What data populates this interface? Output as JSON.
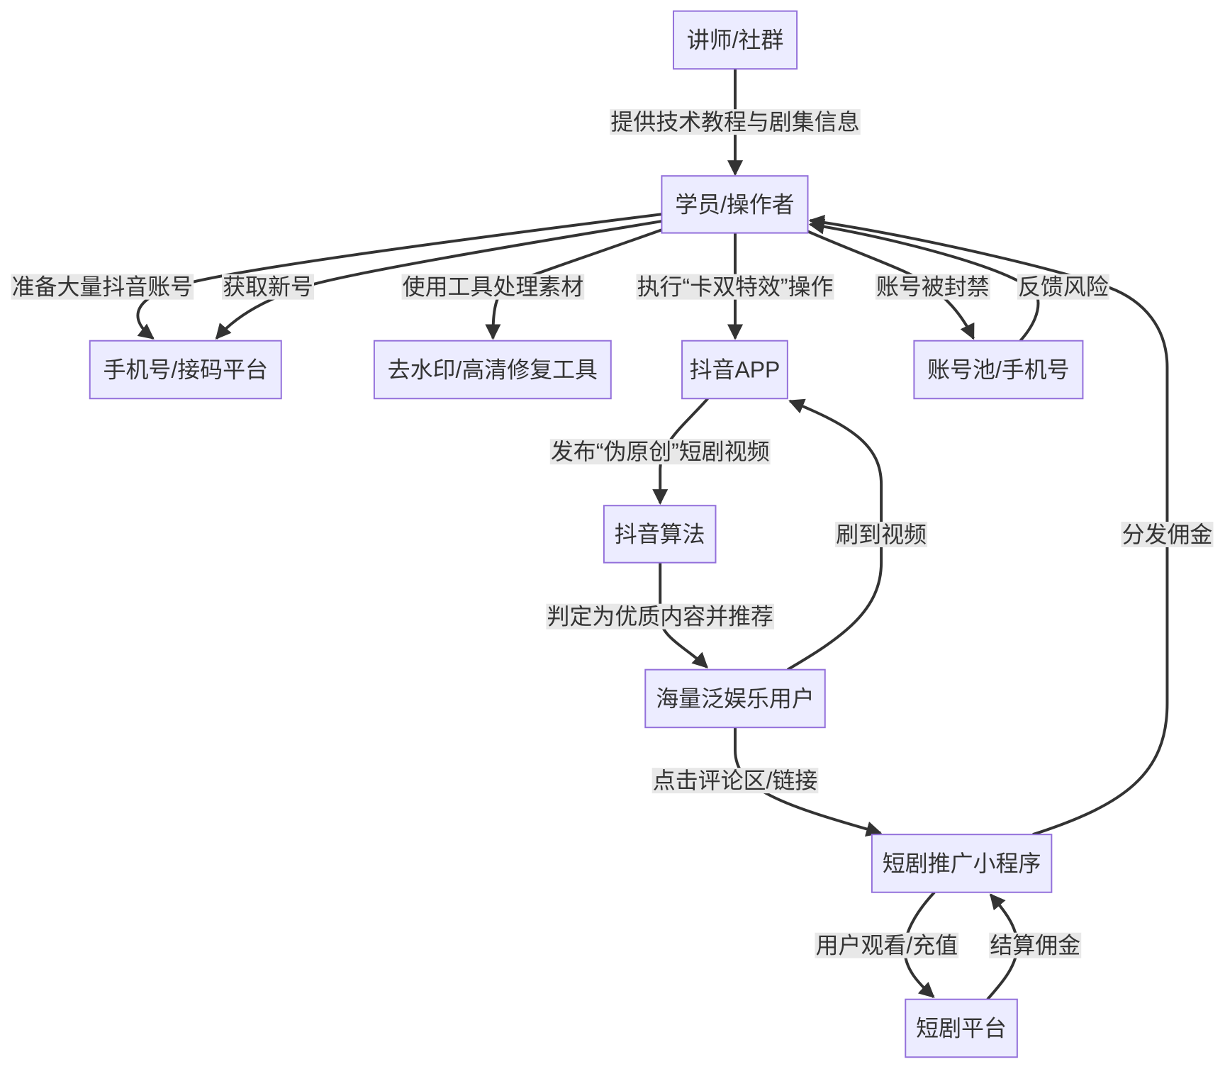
{
  "diagram": {
    "nodes": [
      "讲师/社群",
      "学员/操作者",
      "手机号/接码平台",
      "去水印/高清修复工具",
      "抖音APP",
      "账号池/手机号",
      "抖音算法",
      "海量泛娱乐用户",
      "短剧推广小程序",
      "短剧平台"
    ],
    "edges": [
      {
        "from": 0,
        "to": 1,
        "label": "提供技术教程与剧集信息"
      },
      {
        "from": 1,
        "to": 2,
        "label": "准备大量抖音账号"
      },
      {
        "from": 1,
        "to": 2,
        "label": "获取新号"
      },
      {
        "from": 1,
        "to": 3,
        "label": "使用工具处理素材"
      },
      {
        "from": 1,
        "to": 4,
        "label": "执行“卡双特效”操作"
      },
      {
        "from": 1,
        "to": 5,
        "label": "账号被封禁"
      },
      {
        "from": 5,
        "to": 1,
        "label": "反馈风险"
      },
      {
        "from": 4,
        "to": 6,
        "label": "发布“伪原创”短剧视频"
      },
      {
        "from": 6,
        "to": 7,
        "label": "判定为优质内容并推荐"
      },
      {
        "from": 7,
        "to": 4,
        "label": "刷到视频"
      },
      {
        "from": 7,
        "to": 8,
        "label": "点击评论区/链接"
      },
      {
        "from": 8,
        "to": 1,
        "label": "分发佣金"
      },
      {
        "from": 8,
        "to": 9,
        "label": "用户观看/充值"
      },
      {
        "from": 9,
        "to": 8,
        "label": "结算佣金"
      }
    ],
    "colors": {
      "node_fill": "#ECECFF",
      "node_border": "#9370DB",
      "edge_line": "#333333",
      "edge_label_bg": "#E8E8E8",
      "text": "#333333",
      "background": "#FFFFFF"
    }
  }
}
